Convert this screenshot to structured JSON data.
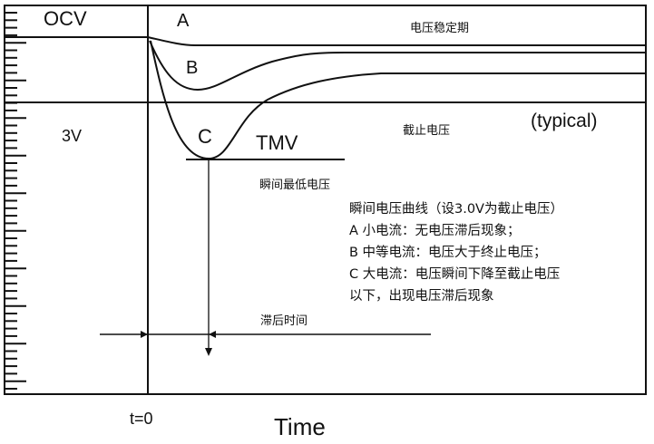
{
  "labels": {
    "ocv": "OCV",
    "v3": "3V",
    "curve_a": "A",
    "curve_b": "B",
    "curve_c": "C",
    "tmv": "TMV",
    "typical": "(typical)",
    "stable_period": "电压稳定期",
    "cutoff_voltage": "截止电压",
    "min_voltage": "瞬间最低电压",
    "lag_time": "滞后时间",
    "t0": "t=0",
    "time_axis": "Time"
  },
  "notes": [
    "瞬间电压曲线（设3.0V为截止电压）",
    "A 小电流：无电压滞后现象；",
    "B 中等电流：电压大于终止电压；",
    "C 大电流：电压瞬间下降至截止电压",
    "以下，出现电压滞后现象"
  ]
}
